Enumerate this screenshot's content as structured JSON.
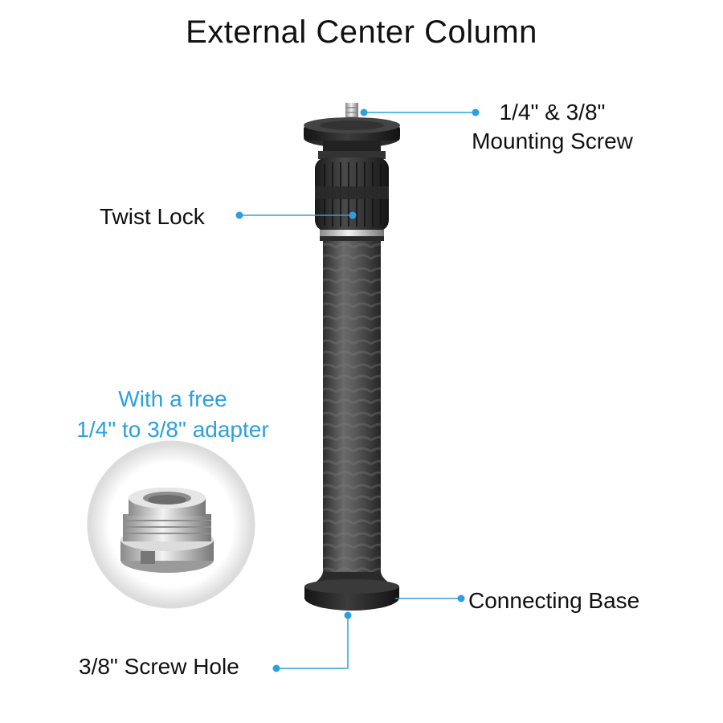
{
  "title": "External Center Column",
  "callouts": {
    "mounting_screw": {
      "line1": "1/4\" & 3/8\"",
      "line2": "Mounting Screw"
    },
    "twist_lock": "Twist Lock",
    "connecting_base": "Connecting Base",
    "screw_hole": "3/8\" Screw Hole"
  },
  "adapter": {
    "line1": "With a free",
    "line2": "1/4\" to 3/8\" adapter"
  },
  "colors": {
    "accent": "#2d9fe0",
    "text": "#111111",
    "carbon": "#4a4a4a",
    "background": "#ffffff"
  }
}
